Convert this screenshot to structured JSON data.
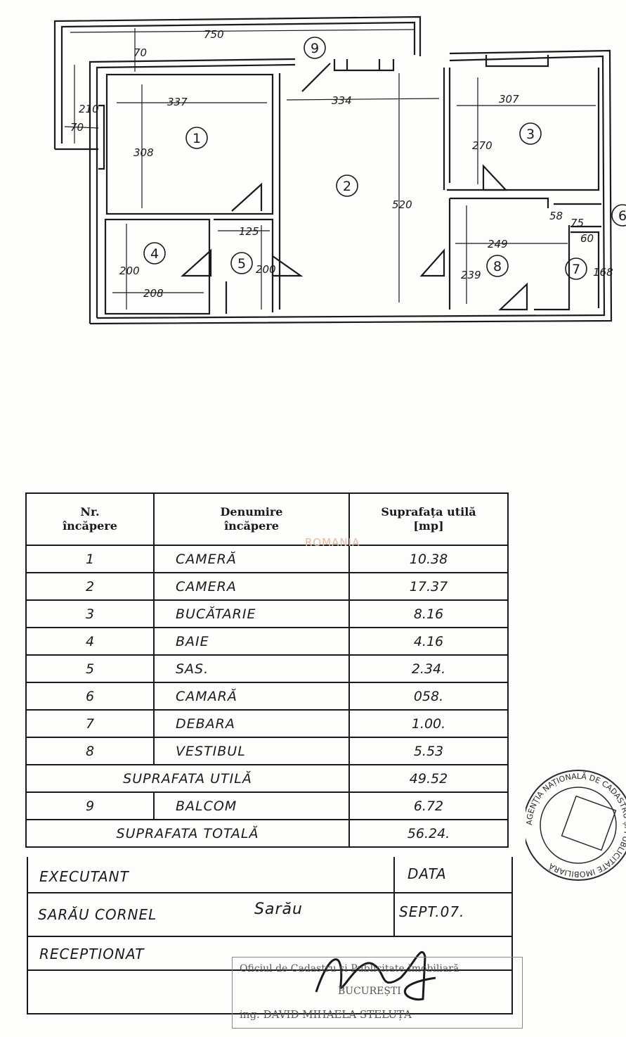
{
  "floor_plan": {
    "dimensions": {
      "balcony_width": "750",
      "balcony_depth_top": "70",
      "balcony_depth_left": "70",
      "balcony_height": "210",
      "room1_width": "337",
      "room1_height": "308",
      "room2_width": "334",
      "room2_height": "520",
      "room3_width": "307",
      "room3_height": "270",
      "room4_width": "208",
      "room4_height": "200",
      "room5_width": "125",
      "room5_height": "200",
      "room8_width": "249",
      "room8_height": "239",
      "room6_height": "58",
      "room6_width": "75",
      "room7_width": "60",
      "room7_height": "168"
    },
    "room_numbers": [
      "1",
      "2",
      "3",
      "4",
      "5",
      "6",
      "7",
      "8",
      "9"
    ]
  },
  "table": {
    "header": {
      "nr": "Nr. încăpere",
      "nr_line1": "Nr.",
      "nr_line2": "încăpere",
      "name_line1": "Denumire",
      "name_line2": "încăpere",
      "area_line1": "Suprafața utilă",
      "area_line2": "[mp]"
    },
    "rows": [
      {
        "nr": "1",
        "name": "CAMERĂ",
        "area": "10.38"
      },
      {
        "nr": "2",
        "name": "CAMERA",
        "area": "17.37"
      },
      {
        "nr": "3",
        "name": "BUCĂTARIE",
        "area": "8.16"
      },
      {
        "nr": "4",
        "name": "BAIE",
        "area": "4.16"
      },
      {
        "nr": "5",
        "name": "SAS.",
        "area": "2.34."
      },
      {
        "nr": "6",
        "name": "CAMARĂ",
        "area": "058."
      },
      {
        "nr": "7",
        "name": "DEBARA",
        "area": "1.00."
      },
      {
        "nr": "8",
        "name": "VESTIBUL",
        "area": "5.53"
      }
    ],
    "useful_label": "SUPRAFATA UTILĂ",
    "useful_value": "49.52",
    "balcony": {
      "nr": "9",
      "name": "BALCOM",
      "area": "6.72"
    },
    "total_label": "SUPRAFATA TOTALĂ",
    "total_value": "56.24."
  },
  "signatures": {
    "executant_label": "EXECUTANT",
    "data_label": "DATA",
    "executant_name": "SARĂU CORNEL",
    "executant_signature": "Sarău",
    "date_value": "SEPT.07.",
    "receptionat_label": "RECEPTIONAT"
  },
  "stamps": {
    "watermark": "ROMANIA",
    "office_line1": "Oficiul de Cadastru și Publicitate Imobiliară",
    "office_line2": "BUCUREȘTI",
    "office_line3": "ing. DAVID MIHAELA STELUȚA",
    "round_stamp_text": "AGENȚIA NAȚIONALĂ DE CADASTRU ȘI PUBLICITATE IMOBILIARĂ"
  }
}
